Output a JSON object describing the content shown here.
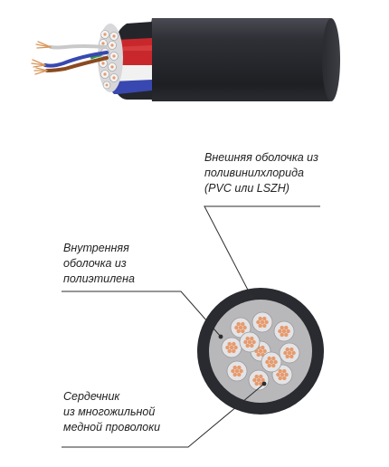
{
  "callouts": {
    "outer_sheath": {
      "lines": [
        "Внешняя оболочка из",
        "поливинилхлорида",
        "(PVC или LSZH)"
      ]
    },
    "inner_sheath": {
      "lines": [
        "Внутренняя",
        "оболочка из",
        "полиэтилена"
      ]
    },
    "core": {
      "lines": [
        "Сердечник",
        "из многожильной",
        "медной проволоки"
      ]
    }
  },
  "colors": {
    "jacket": "#2a2b30",
    "inner_fill": "#b8b8ba",
    "copper": "#e79a6c",
    "leader_line": "#2d2d2d",
    "wire_red": "#c8282c",
    "wire_blue": "#3848b0",
    "wire_brown": "#8a4a20"
  }
}
